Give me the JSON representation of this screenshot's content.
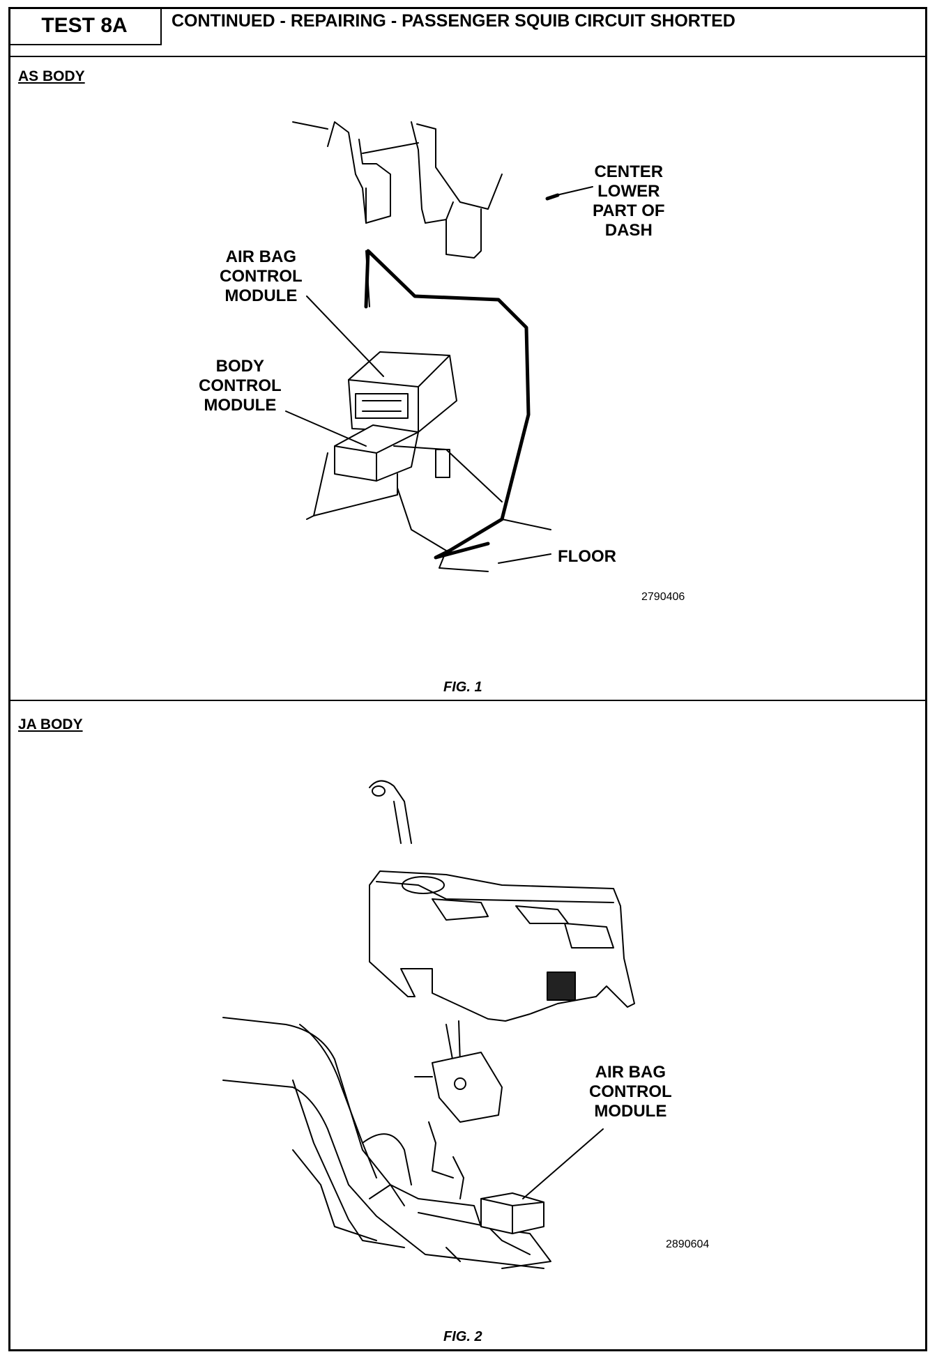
{
  "header": {
    "test_label": "TEST 8A",
    "title": "CONTINUED - REPAIRING - PASSENGER SQUIB CIRCUIT SHORTED"
  },
  "fig1": {
    "section_label": "AS BODY",
    "callouts": {
      "center_dash": "CENTER\nLOWER\nPART OF\nDASH",
      "air_bag_module": "AIR BAG\nCONTROL\nMODULE",
      "body_module": "BODY\nCONTROL\nMODULE",
      "floor": "FLOOR"
    },
    "code": "2790406",
    "caption": "FIG. 1"
  },
  "fig2": {
    "section_label": "JA BODY",
    "callouts": {
      "air_bag_module": "AIR BAG\nCONTROL\nMODULE"
    },
    "code": "2890604",
    "caption": "FIG. 2"
  }
}
